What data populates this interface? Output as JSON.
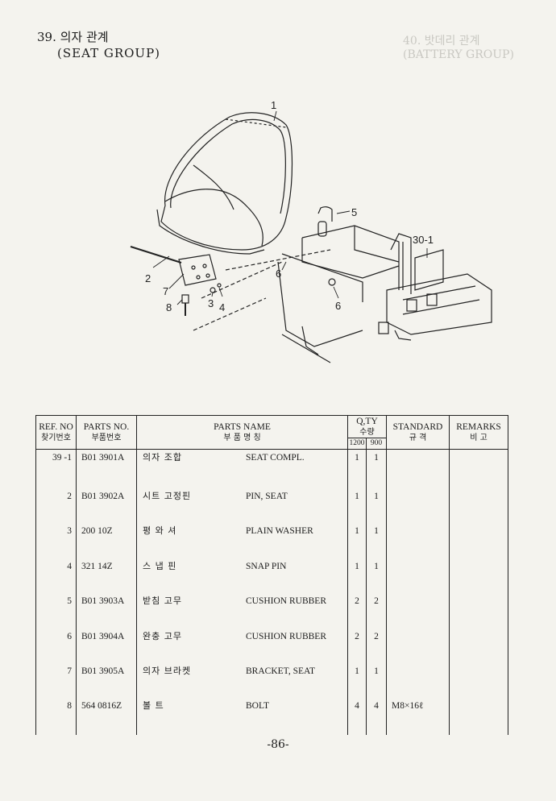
{
  "heading": {
    "title": "39. 의자 관계",
    "subtitle": "(SEAT GROUP)"
  },
  "ghost_heading": {
    "title": "40. 밧데리 관계",
    "subtitle": "(BATTERY GROUP)"
  },
  "figure": {
    "callouts": [
      "1",
      "2",
      "3",
      "4",
      "5",
      "6",
      "6",
      "7",
      "8",
      "30-1"
    ]
  },
  "table": {
    "headers": {
      "ref_en": "REF. NO",
      "ref_ko": "찾기번호",
      "pno_en": "PARTS NO.",
      "pno_ko": "부품번호",
      "name_en": "PARTS NAME",
      "name_ko": "부 품 명 칭",
      "qty_en": "Q,TY",
      "qty_ko": "수량",
      "qty_sub1": "1200",
      "qty_sub2": "900",
      "std_en": "STANDARD",
      "std_ko": "규 격",
      "rem_en": "REMARKS",
      "rem_ko": "비 고"
    },
    "rows": [
      {
        "ref": "39 -1",
        "part_no": "B01 3901A",
        "name_ko": "의자 조합",
        "name_en": "SEAT COMPL.",
        "q1200": "1",
        "q900": "1",
        "standard": "",
        "remarks": ""
      },
      {
        "ref": "2",
        "part_no": "B01 3902A",
        "name_ko": "시트 고정핀",
        "name_en": "PIN, SEAT",
        "q1200": "1",
        "q900": "1",
        "standard": "",
        "remarks": ""
      },
      {
        "ref": "3",
        "part_no": "200 10Z",
        "name_ko": "평 와 셔",
        "name_en": "PLAIN WASHER",
        "q1200": "1",
        "q900": "1",
        "standard": "",
        "remarks": ""
      },
      {
        "ref": "4",
        "part_no": "321 14Z",
        "name_ko": "스 냅 핀",
        "name_en": "SNAP PIN",
        "q1200": "1",
        "q900": "1",
        "standard": "",
        "remarks": ""
      },
      {
        "ref": "5",
        "part_no": "B01 3903A",
        "name_ko": "받침 고무",
        "name_en": "CUSHION RUBBER",
        "q1200": "2",
        "q900": "2",
        "standard": "",
        "remarks": ""
      },
      {
        "ref": "6",
        "part_no": "B01 3904A",
        "name_ko": "완충 고무",
        "name_en": "CUSHION RUBBER",
        "q1200": "2",
        "q900": "2",
        "standard": "",
        "remarks": ""
      },
      {
        "ref": "7",
        "part_no": "B01 3905A",
        "name_ko": "의자 브라켓",
        "name_en": "BRACKET, SEAT",
        "q1200": "1",
        "q900": "1",
        "standard": "",
        "remarks": ""
      },
      {
        "ref": "8",
        "part_no": "564 0816Z",
        "name_ko": "볼 트",
        "name_en": "BOLT",
        "q1200": "4",
        "q900": "4",
        "standard": "M8×16ℓ",
        "remarks": ""
      }
    ]
  },
  "page_number": "-86-"
}
